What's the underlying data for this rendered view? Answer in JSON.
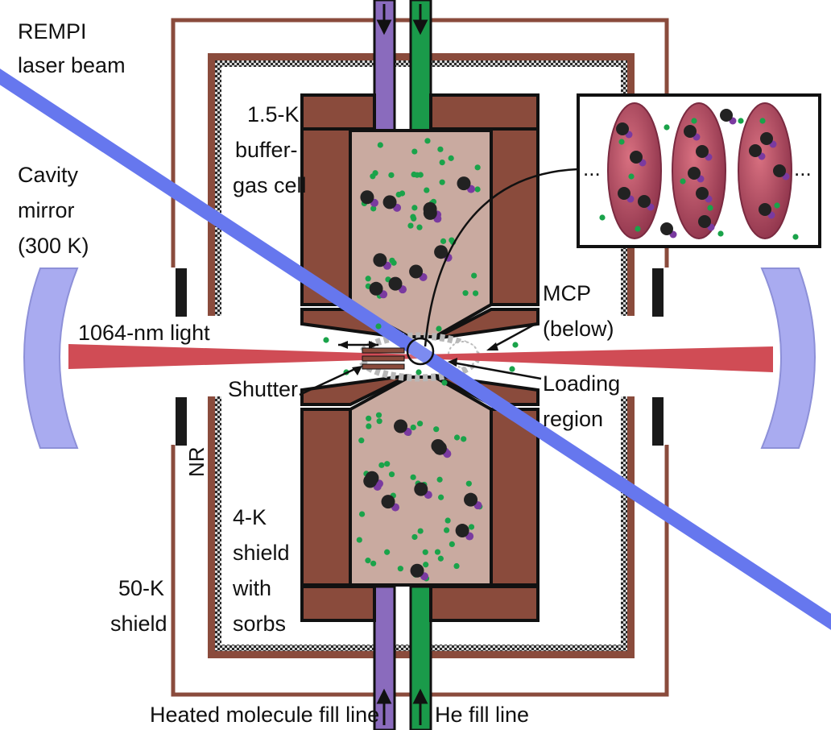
{
  "labels": {
    "rempi_1": "REMPI",
    "rempi_2": "laser beam",
    "cell_1": "1.5-K",
    "cell_2": "buffer-",
    "cell_3": "gas cell",
    "cavity_1": "Cavity",
    "cavity_2": "mirror",
    "cavity_3": "(300 K)",
    "light": "1064-nm light",
    "mcp_1": "MCP",
    "mcp_2": "(below)",
    "shutter": "Shutter",
    "loading_1": "Loading",
    "loading_2": "region",
    "nr": "NR",
    "shield4_1": "4-K",
    "shield4_2": "shield",
    "shield4_3": "with",
    "shield4_4": "sorbs",
    "shield50_1": "50-K",
    "shield50_2": "shield",
    "molecule_line": "Heated molecule fill line",
    "he_line": "He fill line",
    "inset_ellipsis_left": "...",
    "inset_ellipsis_right": "..."
  },
  "colors": {
    "copper": "#8a4b3c",
    "cell_fill": "#c9aaa0",
    "blue_beam": "#6677ee",
    "red_light": "#d04c55",
    "mirror": "#a9abf0",
    "molecule_line": "#8a6bbd",
    "he_line": "#1a9a4a",
    "helium_dot": "#1aa34a",
    "molecule_dot": "#222222",
    "molecule_tag": "#7a3aa0",
    "trap_site": "#b84c62"
  }
}
